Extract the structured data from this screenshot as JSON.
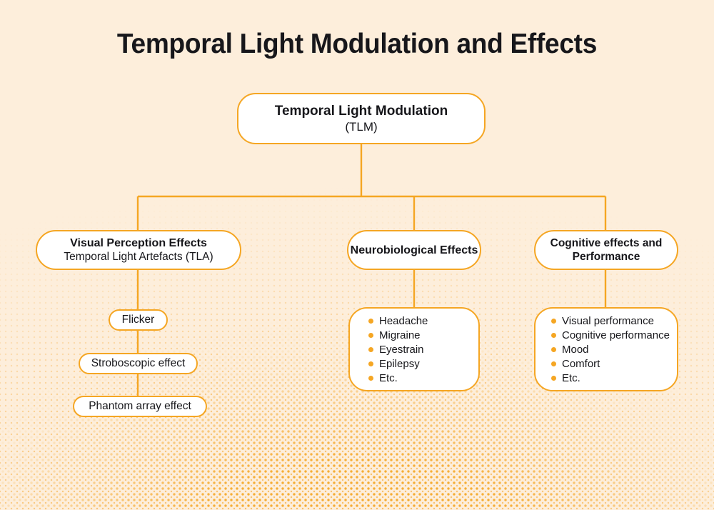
{
  "page": {
    "title": "Temporal Light Modulation and Effects",
    "background_color": "#FDEEDB",
    "accent_color": "#F5A623",
    "node_fill": "#FFFFFF",
    "text_color": "#17171B"
  },
  "diagram": {
    "type": "tree-diagram",
    "root": {
      "line1": "Temporal Light Modulation",
      "line2": "(TLM)"
    },
    "branches": [
      {
        "id": "visual",
        "line1": "Visual Perception Effects",
        "line2": "Temporal Light Artefacts (TLA)",
        "children": [
          {
            "label": "Flicker"
          },
          {
            "label": "Stroboscopic effect"
          },
          {
            "label": "Phantom array effect"
          }
        ]
      },
      {
        "id": "neurobiological",
        "line1": "Neurobiological Effects",
        "line2": "",
        "items": [
          "Headache",
          "Migraine",
          "Eyestrain",
          "Epilepsy",
          "Etc."
        ]
      },
      {
        "id": "cognitive",
        "line1": "Cognitive effects and",
        "line2": "Performance",
        "items": [
          "Visual performance",
          "Cognitive performance",
          "Mood",
          "Comfort",
          "Etc."
        ]
      }
    ]
  }
}
